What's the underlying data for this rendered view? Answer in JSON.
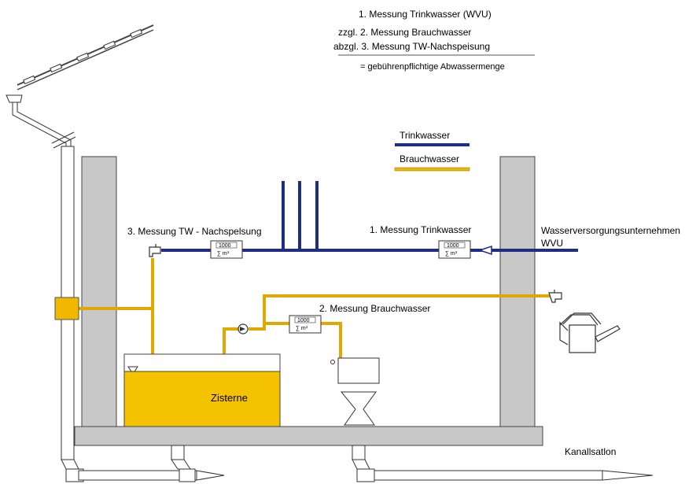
{
  "formula": {
    "line1": "1. Messung Trinkwasser (WVU)",
    "line2": "zzgl. 2. Messung Brauchwasser",
    "line3": "abzgl. 3. Messung TW-Nachspeisung",
    "result": "= gebührenpflichtige Abwassermenge"
  },
  "legend": {
    "trinkwasser": "Trinkwasser",
    "brauchwasser": "Brauchwasser",
    "trinkwasser_color": "#1f2d84",
    "brauchwasser_color": "#f0b800"
  },
  "labels": {
    "messung3": "3. Messung TW - Nachspelsung",
    "messung1": "1. Messung Trinkwasser",
    "messung2": "2. Messung Brauchwasser",
    "wvu_line1": "Wasserversorgungsunternehmen",
    "wvu_line2": "WVU",
    "zisterne": "Zisterne",
    "kanal": "Kanallsatlon"
  },
  "meter": {
    "reading": "1000",
    "unit": "∑ m³"
  },
  "colors": {
    "wall": "#c8c8c8",
    "tank": "#f5c200"
  }
}
